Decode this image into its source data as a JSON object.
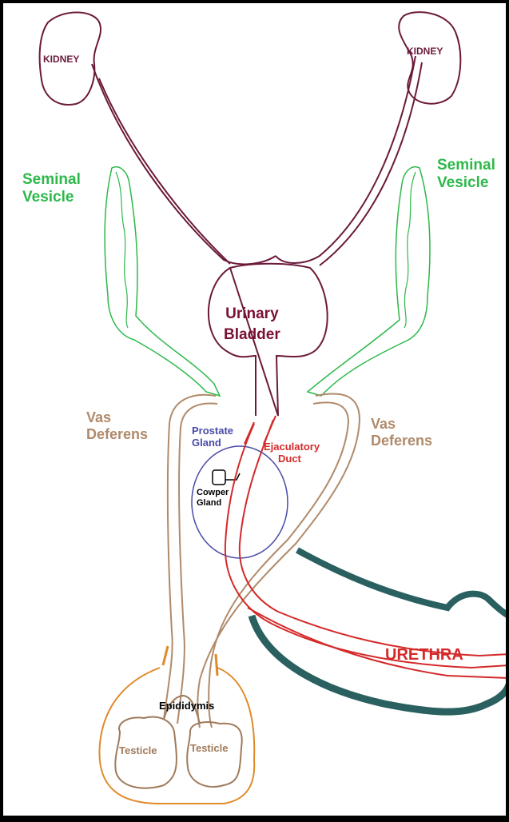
{
  "labels": {
    "kidney_left": "KIDNEY",
    "kidney_right": "KIDNEY",
    "seminal_vesicle_left": [
      "Seminal",
      "Vesicle"
    ],
    "seminal_vesicle_right": [
      "Seminal",
      "Vesicle"
    ],
    "urinary_bladder": [
      "Urinary",
      "Bladder"
    ],
    "vas_deferens_left": [
      "Vas",
      "Deferens"
    ],
    "vas_deferens_right": [
      "Vas",
      "Deferens"
    ],
    "prostate_gland": [
      "Prostate",
      "Gland"
    ],
    "ejaculatory_duct": [
      "Ejaculatory",
      "Duct"
    ],
    "cowper_gland": [
      "Cowper",
      "Gland"
    ],
    "urethra": "URETHRA",
    "epididymis": "Epididymis",
    "testicle_left": "Testicle",
    "testicle_right": "Testicle"
  },
  "colors": {
    "kidney": "#6b1a3a",
    "seminal_vesicle": "#2eb84a",
    "urinary_bladder": "#7a1033",
    "vas_deferens": "#b08a6a",
    "prostate": "#4a4aa8",
    "urethra": "#d42a2a",
    "penis": "#2a6060",
    "scrotum": "#e08a2a",
    "text_black": "#000000"
  }
}
